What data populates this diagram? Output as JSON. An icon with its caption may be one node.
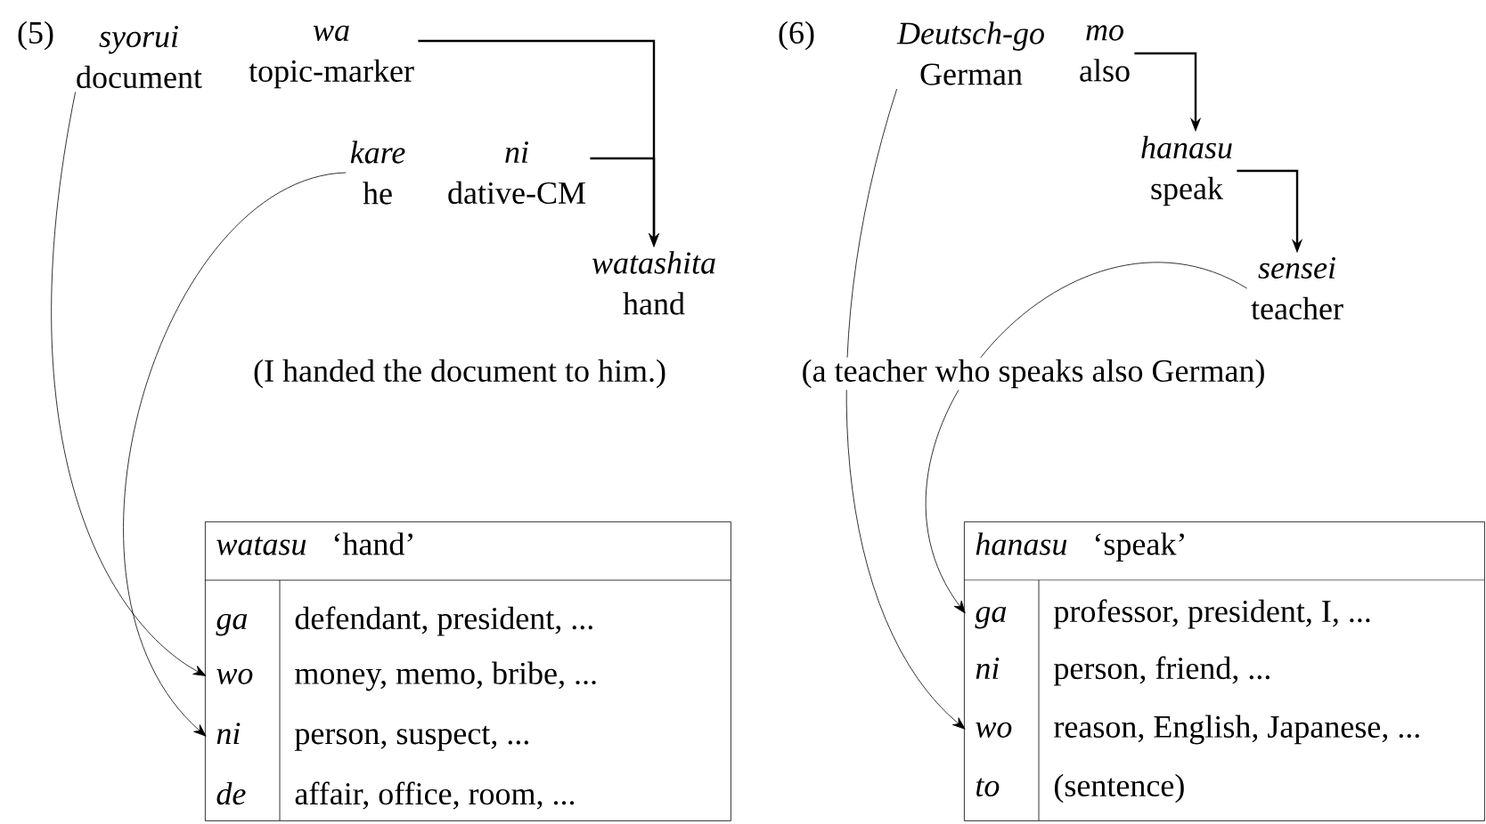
{
  "diagram": {
    "nodes": [
      {
        "text": [
          "syorui",
          "document"
        ]
      },
      {
        "text": [
          "wa",
          "topic-marker"
        ]
      },
      {
        "text": [
          "kare",
          "he"
        ]
      },
      {
        "text": [
          "ni",
          "dative-CM"
        ]
      },
      {
        "text": [
          "watashita",
          "hand"
        ]
      },
      {
        "text": [
          "watasu",
          "‘hand’"
        ]
      },
      {
        "text": [
          "ga",
          "defendant, president, ..."
        ],
        "in": 5
      },
      {
        "text": [
          "wo",
          "money, memo, bribe, ..."
        ],
        "in": 5
      },
      {
        "text": [
          "ni",
          "person, suspect, ..."
        ],
        "in": 5
      },
      {
        "text": [
          "de",
          "affair, office, room, ..."
        ],
        "in": 5
      },
      {
        "text": [
          "Deutsch-go",
          "German"
        ]
      },
      {
        "text": [
          "mo",
          "also"
        ]
      },
      {
        "text": [
          "hanasu",
          "speak"
        ]
      },
      {
        "text": [
          "sensei",
          "teacher"
        ]
      },
      {
        "text": [
          "hanasu",
          "‘speak’"
        ]
      },
      {
        "text": [
          "ga",
          "professor, president, I, ..."
        ],
        "in": 14
      },
      {
        "text": [
          "ni",
          "person, friend, ..."
        ],
        "in": 14
      },
      {
        "text": [
          "wo",
          "reason, English, Japanese, ..."
        ],
        "in": 14
      },
      {
        "text": [
          "to",
          "(sentence)"
        ],
        "in": 14
      }
    ],
    "edges": [
      {
        "from": 1,
        "to": 4,
        "arrow": "to"
      },
      {
        "from": 3,
        "to": 4,
        "arrow": "to"
      },
      {
        "from": 0,
        "to": 7,
        "arrow": "to"
      },
      {
        "from": 2,
        "to": 8,
        "arrow": "to"
      },
      {
        "from": 11,
        "to": 12,
        "arrow": "to"
      },
      {
        "from": 12,
        "to": 13,
        "arrow": "to"
      },
      {
        "from": 10,
        "to": 17,
        "arrow": "to"
      },
      {
        "from": 13,
        "to": 15,
        "arrow": "to"
      }
    ],
    "labels": [
      "(5)",
      "(I handed the document to him.)",
      "(6)",
      "(a teacher who speaks also German)"
    ]
  }
}
